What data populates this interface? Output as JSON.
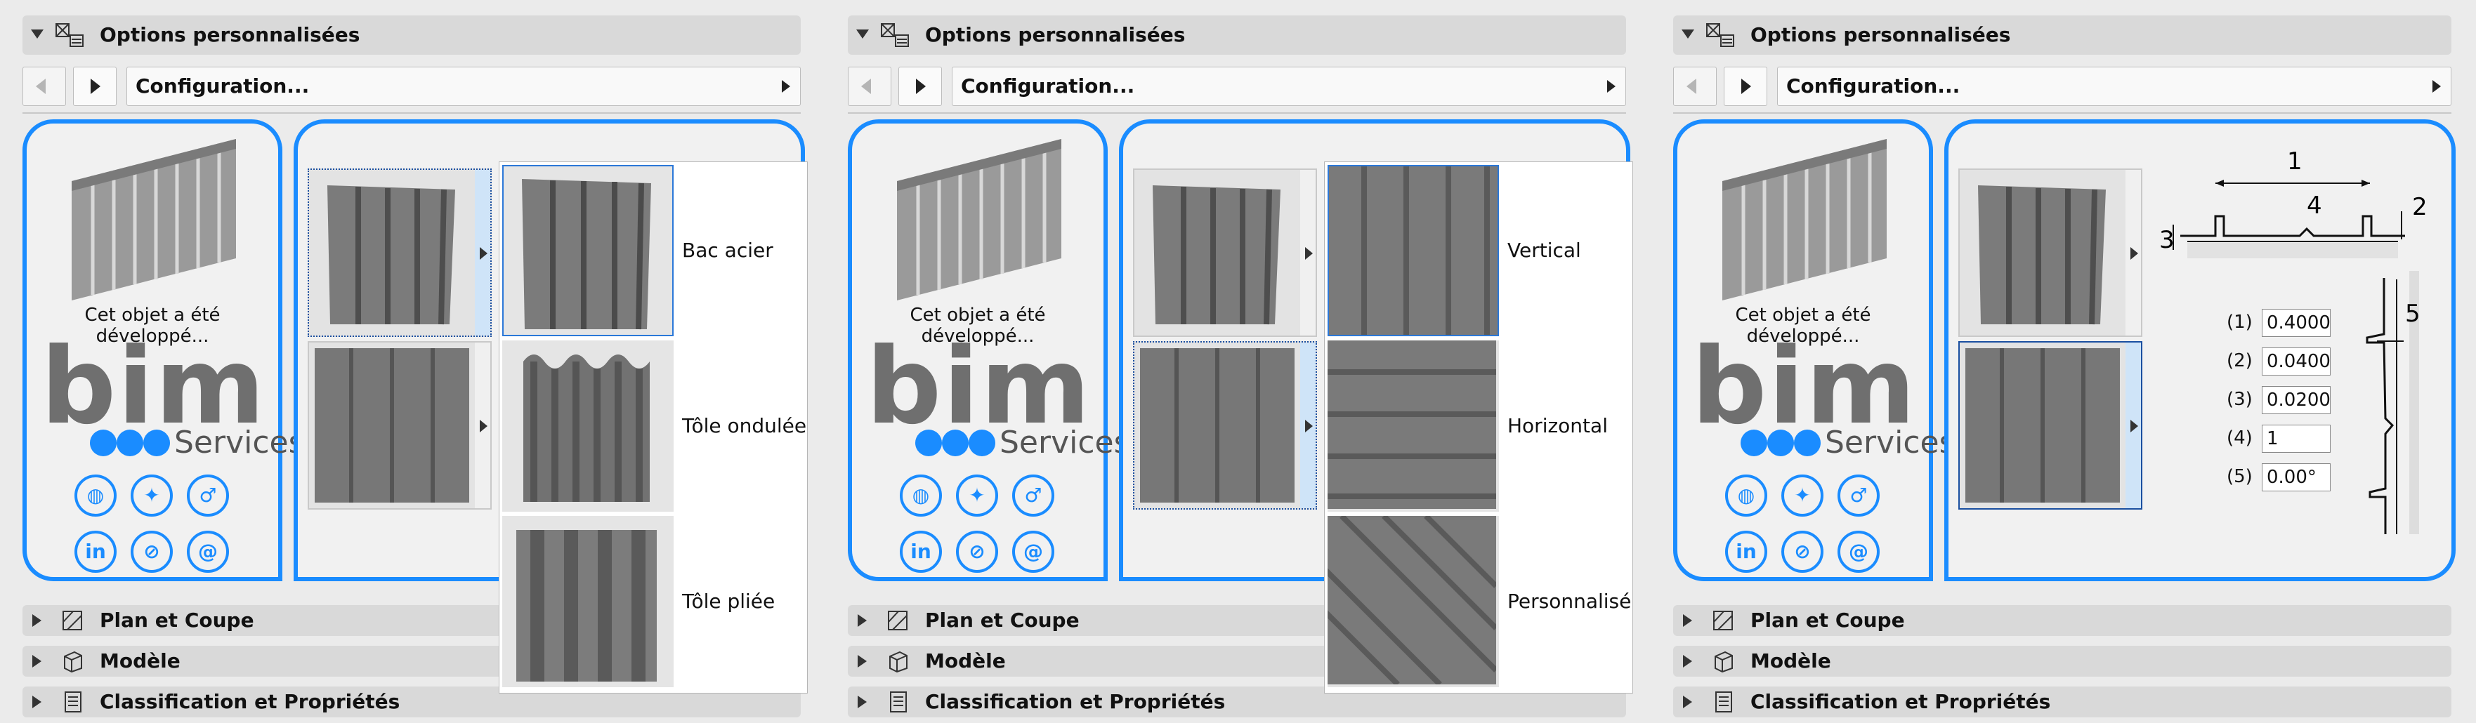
{
  "panels": [
    {
      "header_title": "Options personnalisées",
      "config_label": "Configuration...",
      "dev_text": "Cet objet a été développé...",
      "logo_word": "bim",
      "logo_services": "Services",
      "sections": [
        "Plan et Coupe",
        "Modèle",
        "Classification et Propriétés"
      ],
      "popup_items": [
        "Bac acier",
        "Tôle ondulée",
        "Tôle pliée"
      ]
    },
    {
      "header_title": "Options personnalisées",
      "config_label": "Configuration...",
      "dev_text": "Cet objet a été développé...",
      "logo_word": "bim",
      "logo_services": "Services",
      "sections": [
        "Plan et Coupe",
        "Modèle",
        "Classification et Propriétés"
      ],
      "popup_items": [
        "Vertical",
        "Horizontal",
        "Personnalisé"
      ]
    },
    {
      "header_title": "Options personnalisées",
      "config_label": "Configuration...",
      "dev_text": "Cet objet a été développé...",
      "logo_word": "bim",
      "logo_services": "Services",
      "sections": [
        "Plan et Coupe",
        "Modèle",
        "Classification et Propriétés"
      ],
      "diagram_labels": [
        "1",
        "2",
        "3",
        "4",
        "5"
      ],
      "params": [
        {
          "label": "(1)",
          "value": "0.4000"
        },
        {
          "label": "(2)",
          "value": "0.0400"
        },
        {
          "label": "(3)",
          "value": "0.0200"
        },
        {
          "label": "(4)",
          "value": "1"
        },
        {
          "label": "(5)",
          "value": "0.00°"
        }
      ]
    }
  ],
  "social_icons": [
    "globe-icon",
    "twitter-icon",
    "gender-icon",
    "linkedin-icon",
    "tag-icon",
    "at-icon"
  ],
  "colors": {
    "accent": "#1a8cff",
    "panel_bg": "#ebebeb",
    "header_bg": "#d9d9d9"
  }
}
